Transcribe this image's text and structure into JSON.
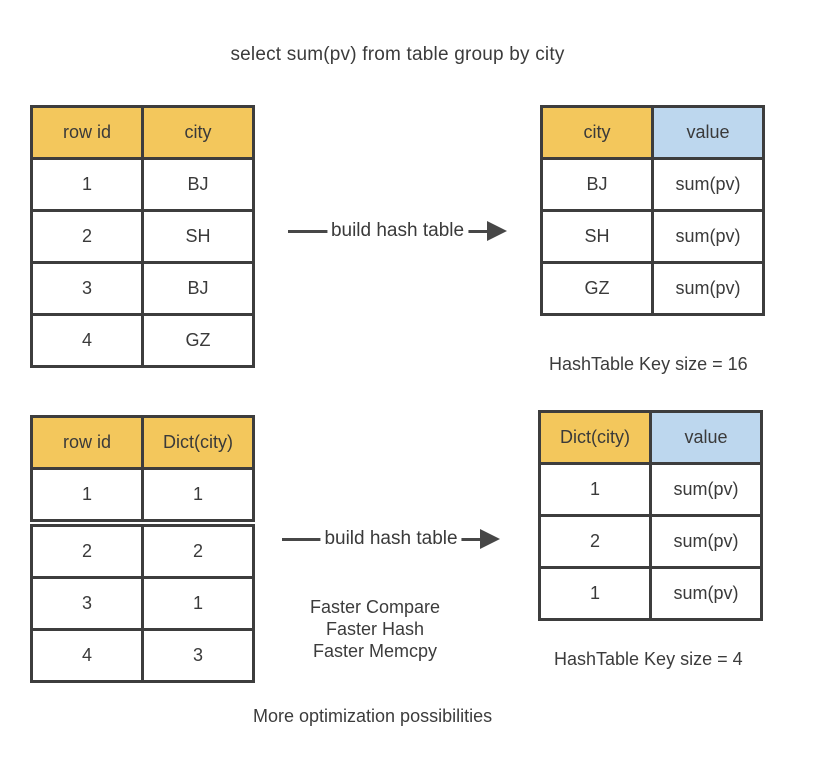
{
  "title": "select sum(pv) from table group by city",
  "arrow_label": "build hash table",
  "colors": {
    "header_yellow": "#f3c75c",
    "header_blue": "#bdd7ee",
    "table_border": "#3d3d3d",
    "arrow": "#474747",
    "text": "#3a3a3a",
    "background": "#ffffff"
  },
  "tables": {
    "source_city": {
      "headers": [
        "row id",
        "city"
      ],
      "rows": [
        [
          "1",
          "BJ"
        ],
        [
          "2",
          "SH"
        ],
        [
          "3",
          "BJ"
        ],
        [
          "4",
          "GZ"
        ]
      ]
    },
    "hash_city": {
      "headers": [
        "city",
        "value"
      ],
      "rows": [
        [
          "BJ",
          "sum(pv)"
        ],
        [
          "SH",
          "sum(pv)"
        ],
        [
          "GZ",
          "sum(pv)"
        ]
      ]
    },
    "source_dict": {
      "headers": [
        "row id",
        "Dict(city)"
      ],
      "rows": [
        [
          "1",
          "1"
        ],
        [
          "2",
          "2"
        ],
        [
          "3",
          "1"
        ],
        [
          "4",
          "3"
        ]
      ]
    },
    "hash_dict": {
      "headers": [
        "Dict(city)",
        "value"
      ],
      "rows": [
        [
          "1",
          "sum(pv)"
        ],
        [
          "2",
          "sum(pv)"
        ],
        [
          "1",
          "sum(pv)"
        ]
      ]
    }
  },
  "captions": {
    "hash_key_size_16": "HashTable Key size = 16",
    "hash_key_size_4": "HashTable Key size = 4",
    "faster_lines": [
      "Faster Compare",
      "Faster Hash",
      "Faster Memcpy"
    ],
    "more_optimizations": "More optimization possibilities"
  }
}
